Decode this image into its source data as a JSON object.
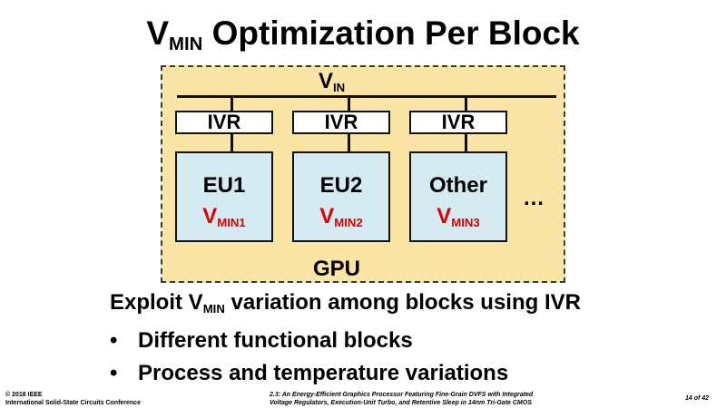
{
  "title": {
    "main": "V",
    "sub": "MIN",
    "rest": " Optimization Per Block"
  },
  "diagram": {
    "vin": {
      "main": "V",
      "sub": "IN"
    },
    "ivr_label": "IVR",
    "blocks": [
      {
        "name": "EU1",
        "vmin_main": "V",
        "vmin_sub": "MIN1"
      },
      {
        "name": "EU2",
        "vmin_main": "V",
        "vmin_sub": "MIN2"
      },
      {
        "name": "Other",
        "vmin_main": "V",
        "vmin_sub": "MIN3"
      }
    ],
    "ellipsis": "…",
    "gpu_label": "GPU"
  },
  "body": {
    "lead": {
      "pre": "Exploit V",
      "sub": "MIN",
      "post": " variation among blocks using IVR"
    },
    "bullet_char": "•",
    "bullets": [
      "Different functional blocks",
      "Process and temperature variations"
    ]
  },
  "footer": {
    "copyright": "© 2018 IEEE",
    "conference": "International Solid-State Circuits Conference",
    "paper_line1": "2.3: An Energy-Efficient Graphics Processor Featuring Fine-Grain DVFS with Integrated",
    "paper_line2": "Voltage Regulators, Execution-Unit Turbo, and Retentive Sleep in 14nm Tri-Gate CMOS",
    "page": "14 of 42"
  },
  "colors": {
    "gpu_fill": "#fbe5a6",
    "block_fill": "#d6eaf2",
    "vmin_red": "#e00000"
  }
}
